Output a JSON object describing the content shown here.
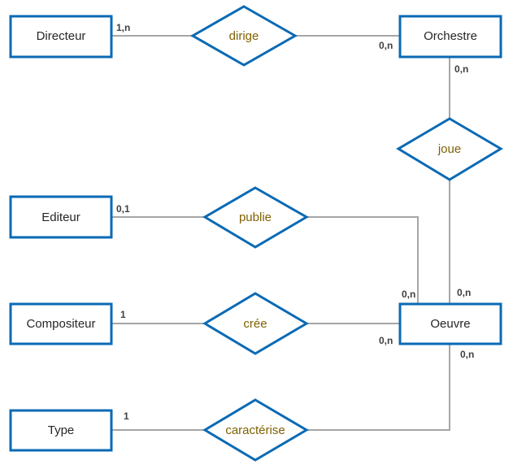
{
  "colors": {
    "entity_border": "#0a6ab5",
    "relation_border": "#0a6ab5",
    "connector": "#a6a6a6",
    "entity_text": "#262626",
    "relation_text": "#806000",
    "cardinality_text": "#404040"
  },
  "entities": {
    "directeur": "Directeur",
    "orchestre": "Orchestre",
    "editeur": "Editeur",
    "compositeur": "Compositeur",
    "oeuvre": "Oeuvre",
    "type": "Type"
  },
  "relations": {
    "dirige": "dirige",
    "joue": "joue",
    "publie": "publie",
    "cree": "crée",
    "caracterise": "caractérise"
  },
  "cardinalities": {
    "directeur_dirige": "1,n",
    "orchestre_dirige": "0,n",
    "orchestre_joue": "0,n",
    "editeur_publie": "0,1",
    "oeuvre_publie": "0,n",
    "oeuvre_joue": "0,n",
    "compositeur_cree": "1",
    "oeuvre_cree": "0,n",
    "oeuvre_caracterise": "0,n",
    "type_caracterise": "1"
  }
}
